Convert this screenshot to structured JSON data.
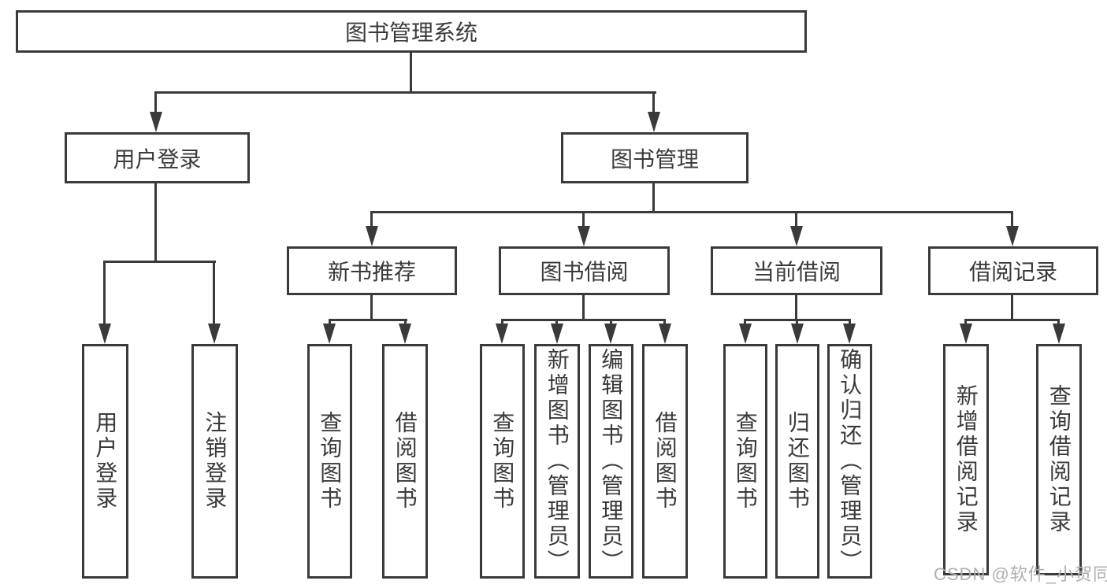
{
  "tree": {
    "label": "图书管理系统",
    "children": [
      {
        "label": "用户登录",
        "children": [
          {
            "label": "用户登录"
          },
          {
            "label": "注销登录"
          }
        ]
      },
      {
        "label": "图书管理",
        "children": [
          {
            "label": "新书推荐",
            "children": [
              {
                "label": "查询图书"
              },
              {
                "label": "借阅图书"
              }
            ]
          },
          {
            "label": "图书借阅",
            "children": [
              {
                "label": "查询图书"
              },
              {
                "label": "新增图书（管理员）"
              },
              {
                "label": "编辑图书（管理员）"
              },
              {
                "label": "借阅图书"
              }
            ]
          },
          {
            "label": "当前借阅",
            "children": [
              {
                "label": "查询图书"
              },
              {
                "label": "归还图书"
              },
              {
                "label": "确认归还（管理员）"
              }
            ]
          },
          {
            "label": "借阅记录",
            "children": [
              {
                "label": "新增借阅记录"
              },
              {
                "label": "查询借阅记录"
              }
            ]
          }
        ]
      }
    ]
  },
  "watermark": {
    "text": "CSDN @软件_小贺同学"
  },
  "colors": {
    "line": "#3a3a3a",
    "text": "#3a3a3a",
    "background": "#ffffff",
    "watermark": "#b3adad"
  }
}
